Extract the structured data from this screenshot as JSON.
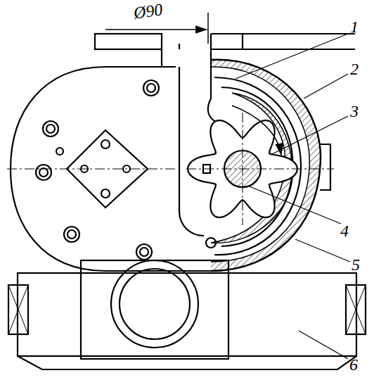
{
  "diagram": {
    "labels": [
      "Ø90",
      "1",
      "2",
      "3",
      "4",
      "5",
      "6"
    ]
  }
}
